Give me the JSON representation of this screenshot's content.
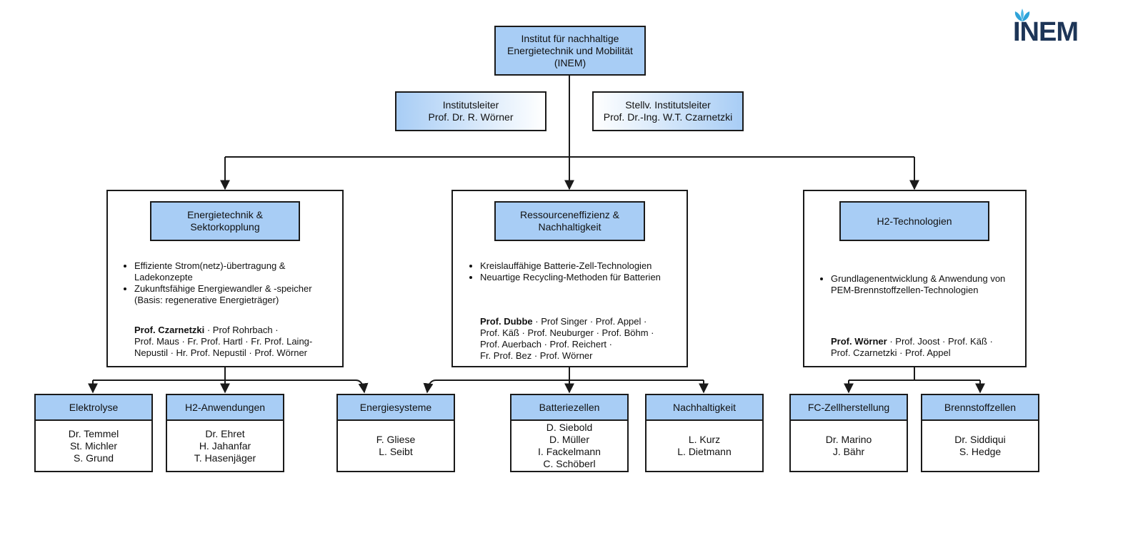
{
  "top": {
    "line1": "Institut für nachhaltige",
    "line2": "Energietechnik und Mobilität",
    "line3": "(INEM)"
  },
  "leaders": [
    {
      "title": "Institutsleiter",
      "name": "Prof. Dr. R. Wörner"
    },
    {
      "title": "Stellv. Institutsleiter",
      "name": "Prof. Dr.-Ing. W.T. Czarnetzki"
    }
  ],
  "logo": {
    "text": "INEM",
    "color": "#1d3557",
    "leaf_color": "#2ea3d9"
  },
  "colors": {
    "box_fill": "#a8cdf5",
    "line": "#1a1a1a"
  },
  "departments": [
    {
      "title_line1": "Energietechnik &",
      "title_line2": "Sektorkopplung",
      "bullets": [
        [
          "Effiziente Strom(netz)-übertragung &",
          "Ladekonzepte"
        ],
        [
          "Zukunftsfähige Energiewandler & -speicher",
          "(Basis: regenerative Energieträger)"
        ]
      ],
      "lead": "Prof. Czarnetzki",
      "members_line1": " · Prof Rohrbach ·",
      "members_line2": "Prof. Maus · Fr. Prof. Hartl · Fr. Prof. Laing-",
      "members_line3": "Nepustil · Hr. Prof. Nepustil · Prof. Wörner",
      "members_line4": ""
    },
    {
      "title_line1": "Ressourceneffizienz &",
      "title_line2": "Nachhaltigkeit",
      "bullets": [
        [
          "Kreislauffähige Batterie-Zell-Technologien"
        ],
        [
          "Neuartige Recycling-Methoden für Batterien"
        ]
      ],
      "lead": "Prof. Dubbe",
      "members_line1": " · Prof Singer · Prof. Appel ·",
      "members_line2": "Prof. Käß · Prof. Neuburger · Prof. Böhm ·",
      "members_line3": "Prof. Auerbach · Prof. Reichert ·",
      "members_line4": "Fr. Prof. Bez · Prof. Wörner"
    },
    {
      "title_line1": "H2-Technologien",
      "title_line2": "",
      "bullets": [
        [
          "Grundlagenentwicklung & Anwendung von",
          "PEM-Brennstoffzellen-Technologien"
        ]
      ],
      "lead": "Prof. Wörner",
      "members_line1": " · Prof. Joost · Prof. Käß ·",
      "members_line2": "Prof. Czarnetzki · Prof. Appel",
      "members_line3": "",
      "members_line4": ""
    }
  ],
  "teams": [
    {
      "name": "Elektrolyse",
      "people": [
        "Dr. Temmel",
        "St. Michler",
        "S. Grund"
      ]
    },
    {
      "name": "H2-Anwendungen",
      "people": [
        "Dr. Ehret",
        "H. Jahanfar",
        "T. Hasenjäger"
      ]
    },
    {
      "name": "Energiesysteme",
      "people": [
        "F. Gliese",
        "L. Seibt"
      ]
    },
    {
      "name": "Batteriezellen",
      "people": [
        "D. Siebold",
        "D. Müller",
        "I. Fackelmann",
        "C. Schöberl"
      ]
    },
    {
      "name": "Nachhaltigkeit",
      "people": [
        "L. Kurz",
        "L. Dietmann"
      ]
    },
    {
      "name": "FC-Zellherstellung",
      "people": [
        "Dr. Marino",
        "J. Bähr"
      ]
    },
    {
      "name": "Brennstoffzellen",
      "people": [
        "Dr. Siddiqui",
        "S. Hedge"
      ]
    }
  ]
}
